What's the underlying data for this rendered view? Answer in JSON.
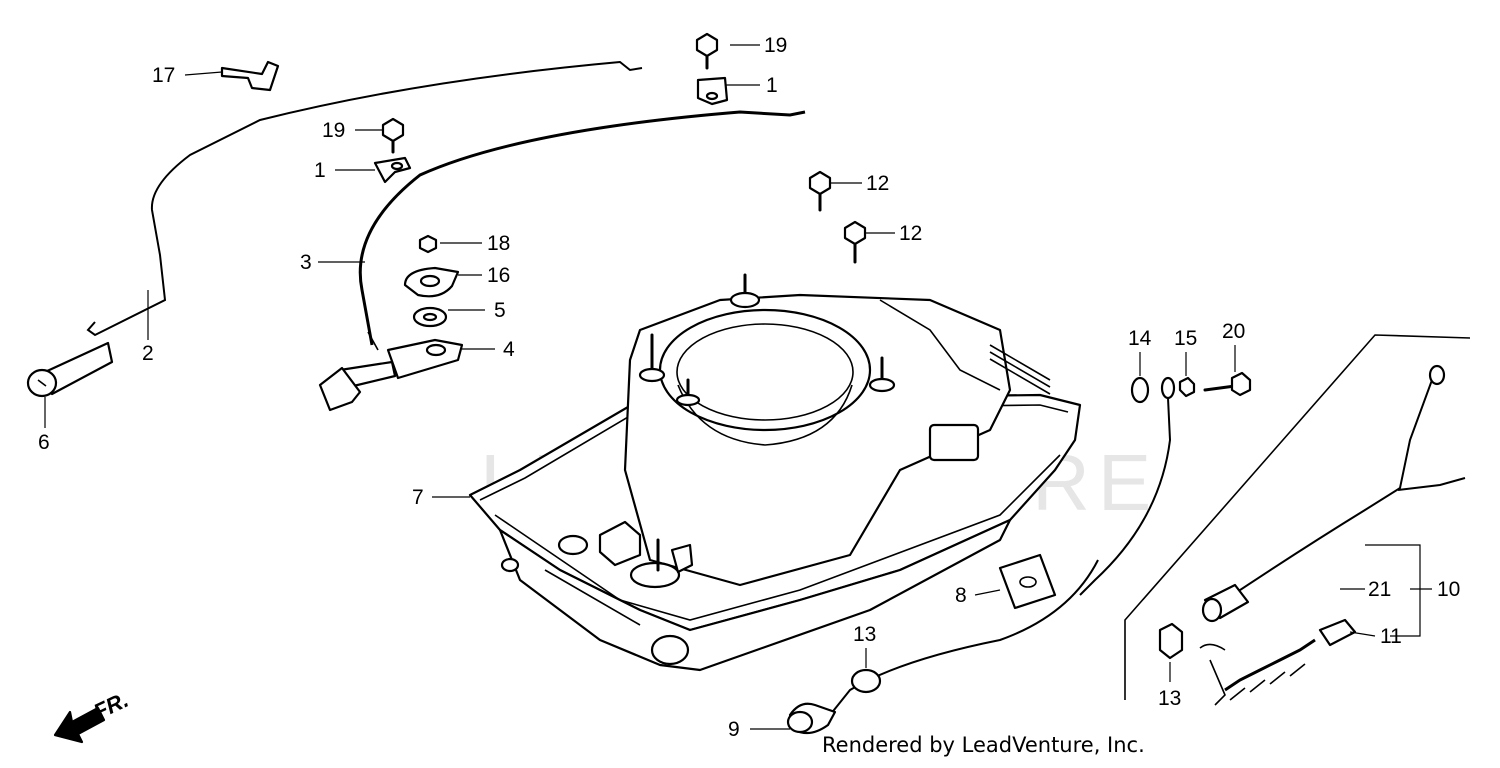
{
  "watermark": "LEADVENTURE",
  "footer": "Rendered by LeadVenture, Inc.",
  "front_marker": "FR.",
  "callouts": {
    "c1a": "1",
    "c1b": "1",
    "c2": "2",
    "c3": "3",
    "c4": "4",
    "c5": "5",
    "c6": "6",
    "c7": "7",
    "c8": "8",
    "c9": "9",
    "c10": "10",
    "c11": "11",
    "c12a": "12",
    "c12b": "12",
    "c13a": "13",
    "c13b": "13",
    "c14": "14",
    "c15": "15",
    "c16": "16",
    "c17": "17",
    "c18": "18",
    "c19a": "19",
    "c19b": "19",
    "c20": "20",
    "c21": "21"
  }
}
